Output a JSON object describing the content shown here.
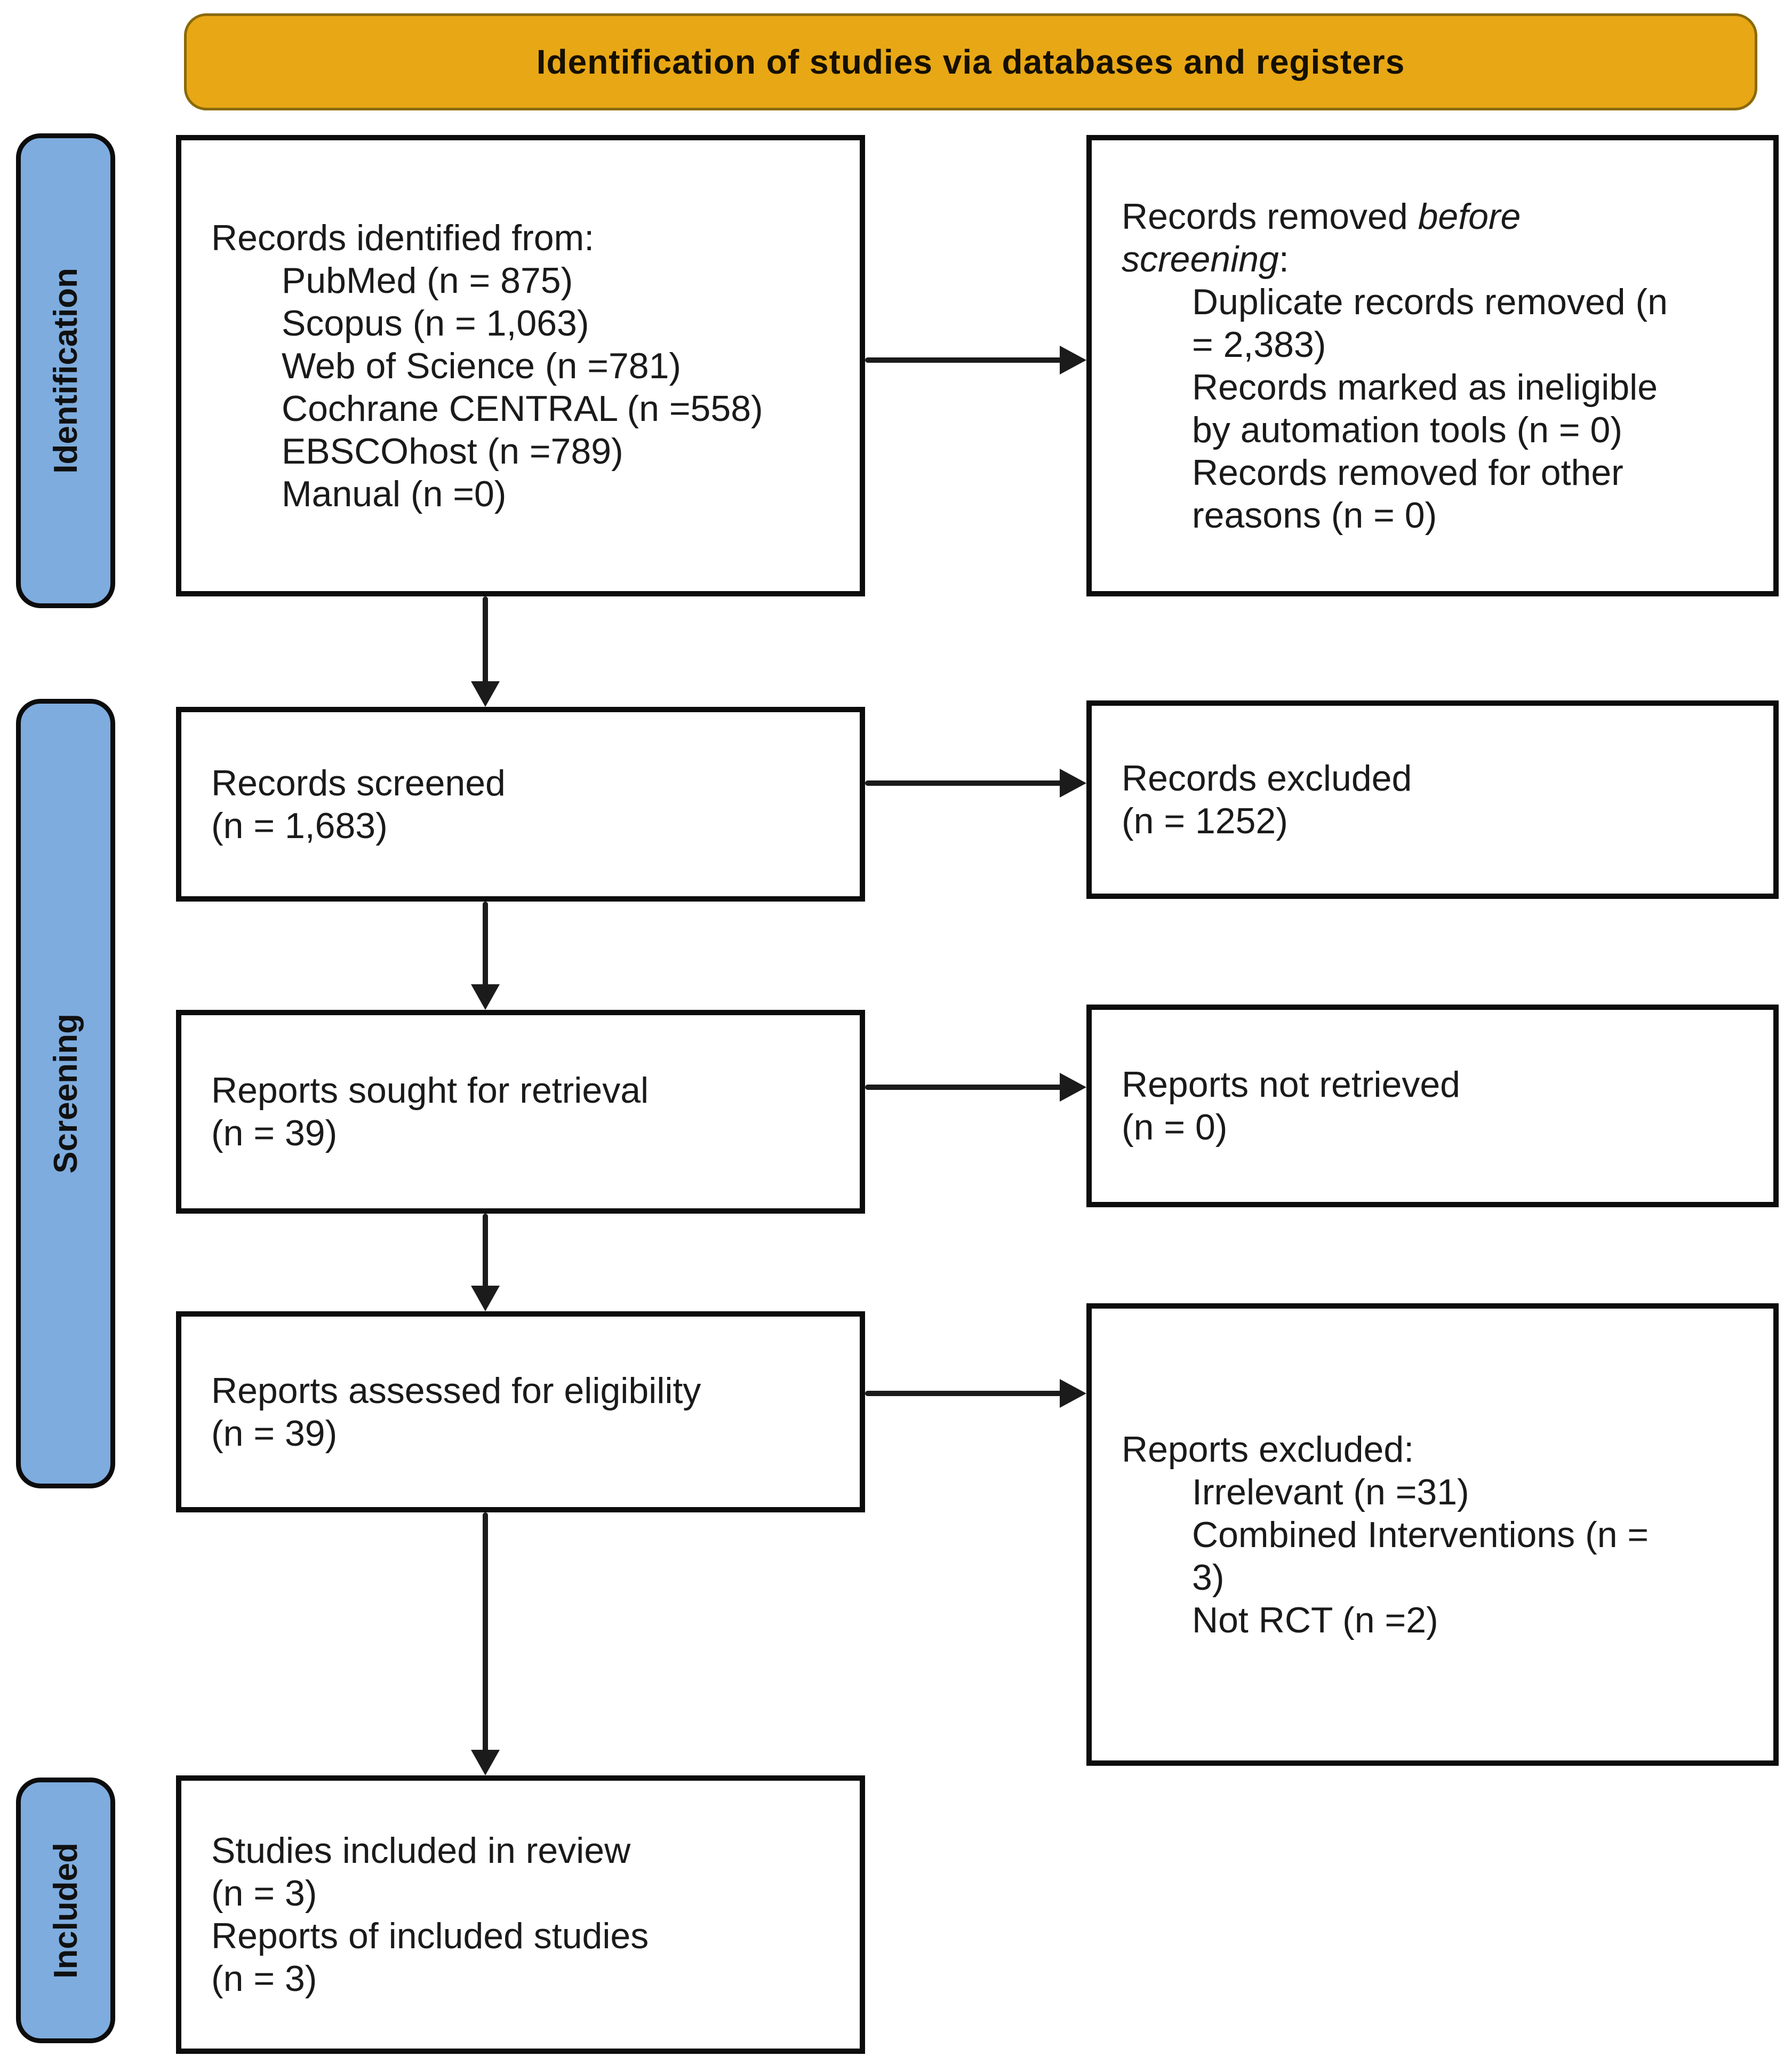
{
  "banner": {
    "title": "Identification of studies via databases and registers",
    "bg_color": "#E8A715"
  },
  "sidebar": {
    "bg_color": "#7EACDE",
    "identification_label": "Identification",
    "screening_label": "Screening",
    "included_label": "Included"
  },
  "left_column": {
    "identified": {
      "title": "Records identified from:",
      "sources": [
        "PubMed (n = 875)",
        "Scopus (n = 1,063)",
        "Web of Science (n =781)",
        "Cochrane CENTRAL (n =558)",
        "EBSCOhost (n =789)",
        "Manual (n =0)"
      ]
    },
    "screened": {
      "lines": [
        "Records screened",
        "(n = 1,683)"
      ]
    },
    "sought": {
      "lines": [
        "Reports sought for retrieval",
        "(n = 39)"
      ]
    },
    "assessed": {
      "lines": [
        "Reports assessed for eligibility",
        "(n = 39)"
      ]
    },
    "included": {
      "lines": [
        "Studies included in review",
        "(n = 3)",
        "Reports of included studies",
        "(n = 3)"
      ]
    }
  },
  "right_column": {
    "removed": {
      "line1_regular": "Records removed ",
      "line1_italic": "before",
      "line2_italic": "screening",
      "line2_regular": ":",
      "reasons": [
        "Duplicate records removed (n",
        "= 2,383)",
        "Records marked as ineligible",
        "by automation tools (n = 0)",
        "Records removed for other",
        "reasons (n = 0)"
      ]
    },
    "excluded": {
      "lines": [
        "Records excluded",
        "(n = 1252)"
      ]
    },
    "not_retrieved": {
      "lines": [
        "Reports not retrieved",
        "(n = 0)"
      ]
    },
    "reports_excluded": {
      "title": "Reports excluded:",
      "reasons": [
        "Irrelevant (n =31)",
        "Combined Interventions (n =",
        "3)",
        "Not RCT (n =2)"
      ]
    }
  }
}
